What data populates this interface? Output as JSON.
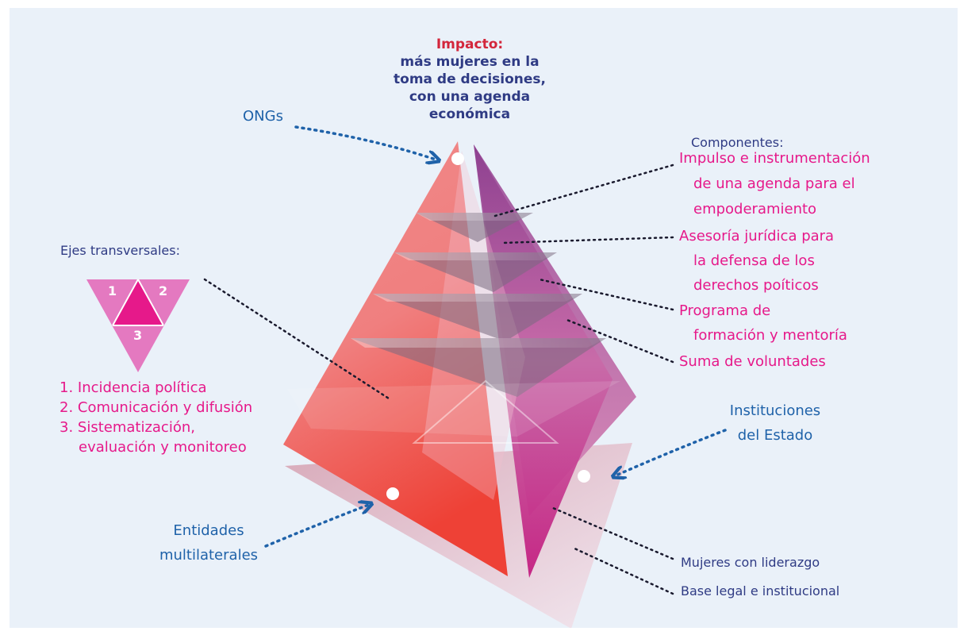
{
  "impact": {
    "title": "Impacto:",
    "lines": [
      "más mujeres en la",
      "toma de decisiones,",
      "con una agenda",
      "económica"
    ]
  },
  "components": {
    "heading": "Componentes:",
    "items": [
      {
        "lines": [
          "Impulso e instrumentación",
          "de una agenda para el",
          "empoderamiento"
        ]
      },
      {
        "lines": [
          "Asesoría jurídica para",
          "la defensa de los",
          "derechos poíticos"
        ]
      },
      {
        "lines": [
          "Programa de",
          "formación y mentoría"
        ]
      },
      {
        "lines": [
          "Suma de voluntades"
        ]
      }
    ]
  },
  "cross_axes": {
    "title": "Ejes transversales:",
    "badge_numbers": [
      "1",
      "2",
      "3"
    ],
    "items": [
      "1. Incidencia política",
      "2. Comunicación y difusión",
      "3. Sistematización,",
      "evaluación y monitoreo"
    ]
  },
  "actors": {
    "ongs": "ONGs",
    "instituciones": [
      "Instituciones",
      "del Estado"
    ],
    "multilaterales": [
      "Entidades",
      "multilaterales"
    ]
  },
  "base_labels": {
    "mujeres": "Mujeres con liderazgo",
    "base": "Base legal e institucional"
  },
  "colors": {
    "background": "#eaf1f9",
    "accent_red": "#d3263b",
    "accent_pink": "#e6198a",
    "navy": "#2f3b84",
    "blue": "#1f62a9"
  }
}
